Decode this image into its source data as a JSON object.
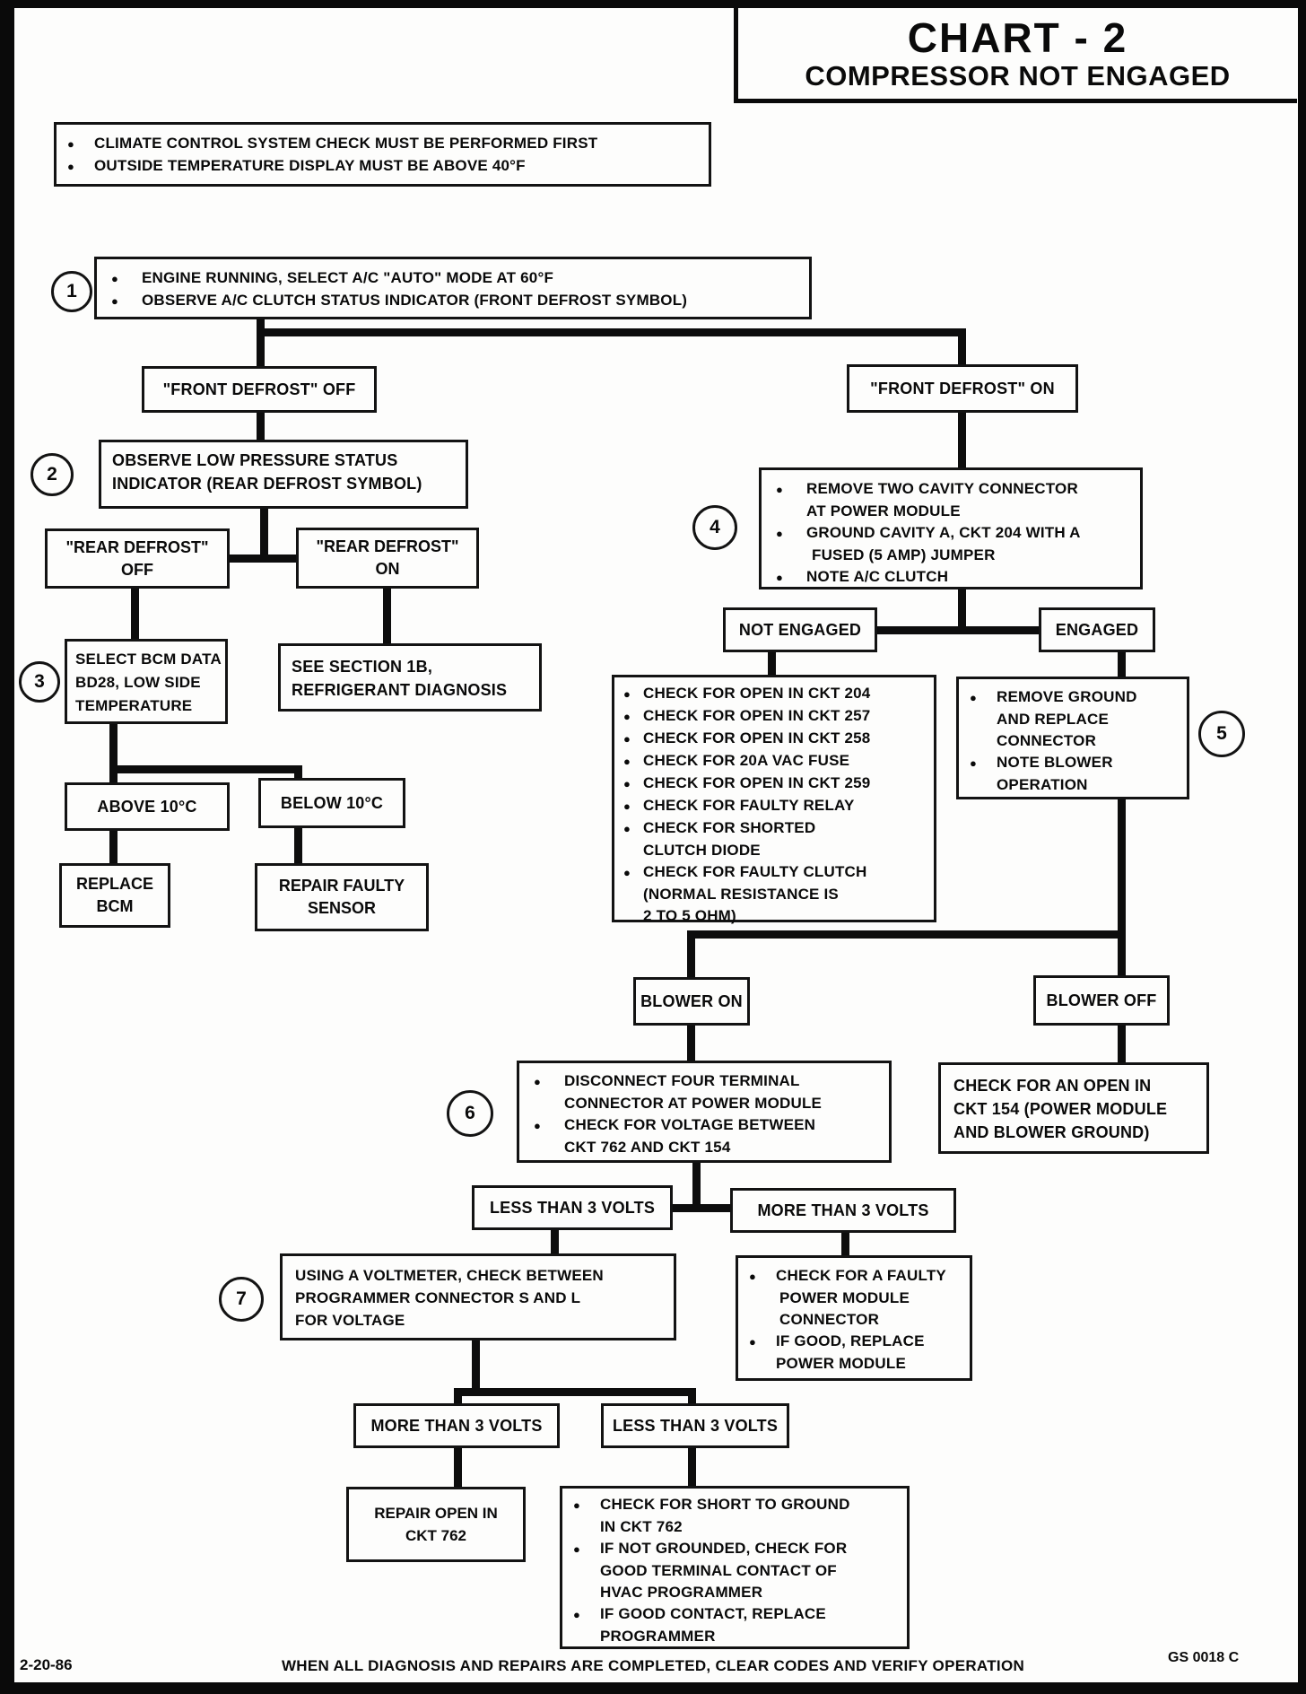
{
  "title": {
    "line1": "CHART - 2",
    "line2": "COMPRESSOR NOT ENGAGED"
  },
  "notes": {
    "lines": [
      "CLIMATE CONTROL SYSTEM CHECK MUST BE PERFORMED FIRST",
      "OUTSIDE TEMPERATURE DISPLAY MUST BE ABOVE 40°F"
    ]
  },
  "steps": {
    "s1": "1",
    "s2": "2",
    "s3": "3",
    "s4": "4",
    "s5": "5",
    "s6": "6",
    "s7": "7"
  },
  "box1": {
    "lines": [
      "ENGINE RUNNING, SELECT A/C \"AUTO\" MODE AT 60°F",
      "OBSERVE  A/C CLUTCH STATUS INDICATOR  (FRONT DEFROST SYMBOL)"
    ]
  },
  "fdOff": {
    "label": "\"FRONT DEFROST\" OFF"
  },
  "fdOn": {
    "label": "\"FRONT DEFROST\" ON"
  },
  "box2": {
    "lines": [
      "OBSERVE LOW PRESSURE STATUS",
      "INDICATOR (REAR DEFROST SYMBOL)"
    ]
  },
  "rdOff": {
    "lines": [
      "\"REAR DEFROST\"",
      "OFF"
    ]
  },
  "rdOn": {
    "lines": [
      "\"REAR DEFROST\"",
      "ON"
    ]
  },
  "box3": {
    "lines": [
      "SELECT BCM DATA",
      "BD28, LOW SIDE",
      "TEMPERATURE"
    ]
  },
  "sec1b": {
    "lines": [
      "SEE SECTION 1B,",
      "REFRIGERANT  DIAGNOSIS"
    ]
  },
  "above10": {
    "label": "ABOVE 10°C"
  },
  "below10": {
    "label": "BELOW 10°C"
  },
  "replaceBcm": {
    "lines": [
      "REPLACE",
      "BCM"
    ]
  },
  "repairSensor": {
    "lines": [
      "REPAIR FAULTY",
      "SENSOR"
    ]
  },
  "box4": {
    "lines": [
      "REMOVE TWO CAVITY CONNECTOR",
      "AT POWER MODULE",
      "GROUND CAVITY A, CKT 204 WITH A",
      "FUSED (5 AMP) JUMPER",
      "NOTE  A/C CLUTCH"
    ]
  },
  "notEngaged": {
    "label": "NOT ENGAGED"
  },
  "engaged": {
    "label": "ENGAGED"
  },
  "bigList": {
    "lines": [
      "CHECK FOR OPEN IN CKT 204",
      "CHECK FOR OPEN IN CKT 257",
      "CHECK FOR OPEN IN CKT 258",
      "CHECK FOR 20A VAC FUSE",
      "CHECK FOR OPEN IN CKT 259",
      "CHECK FOR FAULTY RELAY",
      "CHECK FOR SHORTED",
      "CLUTCH DIODE",
      "CHECK FOR FAULTY CLUTCH",
      "(NORMAL RESISTANCE IS",
      "2 TO 5 OHM)"
    ]
  },
  "box5": {
    "lines": [
      "REMOVE  GROUND",
      "AND REPLACE",
      "CONNECTOR",
      "NOTE BLOWER",
      "OPERATION"
    ]
  },
  "blowerOn": {
    "label": "BLOWER ON"
  },
  "blowerOff": {
    "label": "BLOWER OFF"
  },
  "box6": {
    "lines": [
      "DISCONNECT FOUR  TERMINAL",
      "CONNECTOR AT POWER MODULE",
      "CHECK FOR VOLTAGE BETWEEN",
      "CKT 762 AND CKT 154"
    ]
  },
  "ckt154": {
    "lines": [
      "CHECK FOR AN OPEN IN",
      "CKT 154 (POWER MODULE",
      "AND BLOWER GROUND)"
    ]
  },
  "lt3a": {
    "label": "LESS THAN 3 VOLTS"
  },
  "mt3a": {
    "label": "MORE THAN 3 VOLTS"
  },
  "box7": {
    "lines": [
      "USING A VOLTMETER, CHECK BETWEEN",
      "PROGRAMMER CONNECTOR S AND L",
      "FOR VOLTAGE"
    ]
  },
  "faultyPM": {
    "lines": [
      "CHECK FOR A FAULTY",
      "POWER MODULE",
      "CONNECTOR",
      "IF GOOD, REPLACE",
      "POWER MODULE"
    ]
  },
  "mt3b": {
    "label": "MORE THAN 3 VOLTS"
  },
  "lt3b": {
    "label": "LESS THAN 3  VOLTS"
  },
  "repair762": {
    "lines": [
      "REPAIR OPEN IN",
      "CKT 762"
    ]
  },
  "finalBox": {
    "lines": [
      "CHECK FOR SHORT TO GROUND",
      "IN CKT 762",
      "IF NOT GROUNDED, CHECK FOR",
      "GOOD TERMINAL CONTACT OF",
      "HVAC PROGRAMMER",
      "IF GOOD CONTACT, REPLACE",
      "PROGRAMMER"
    ]
  },
  "footer": {
    "date": "2-20-86",
    "note": "WHEN ALL DIAGNOSIS AND REPAIRS ARE COMPLETED, CLEAR CODES AND VERIFY OPERATION",
    "code": "GS 0018 C"
  }
}
